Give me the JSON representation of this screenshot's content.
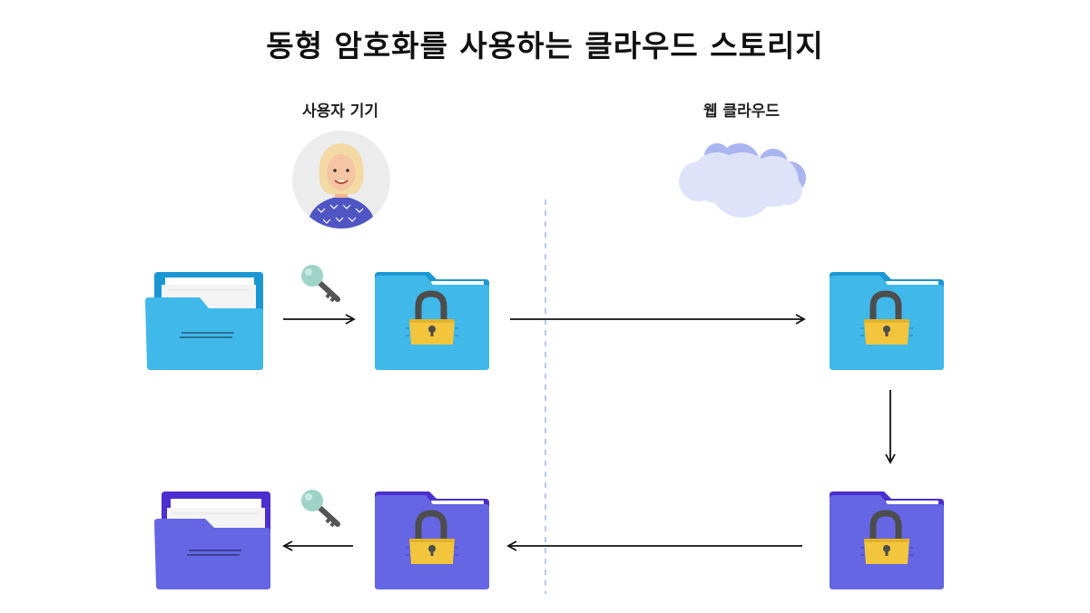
{
  "title": "동형 암호화를 사용하는 클라우드 스토리지",
  "labels": {
    "user_device": "사용자 기기",
    "web_cloud": "웹 클라우드"
  },
  "colors": {
    "folder_blue": "#40b8ea",
    "folder_blue_back": "#1b97d3",
    "folder_purple": "#6566e3",
    "folder_purple_back": "#4b2fd0",
    "lock_gold": "#f2c53d",
    "lock_shackle": "#4d4d4d",
    "key_teal": "#9fd3c7",
    "cloud": "#dfe3fa",
    "cloud_shadow": "#a9b5ef",
    "divider": "#b7c8f2",
    "arrow": "#111111"
  }
}
